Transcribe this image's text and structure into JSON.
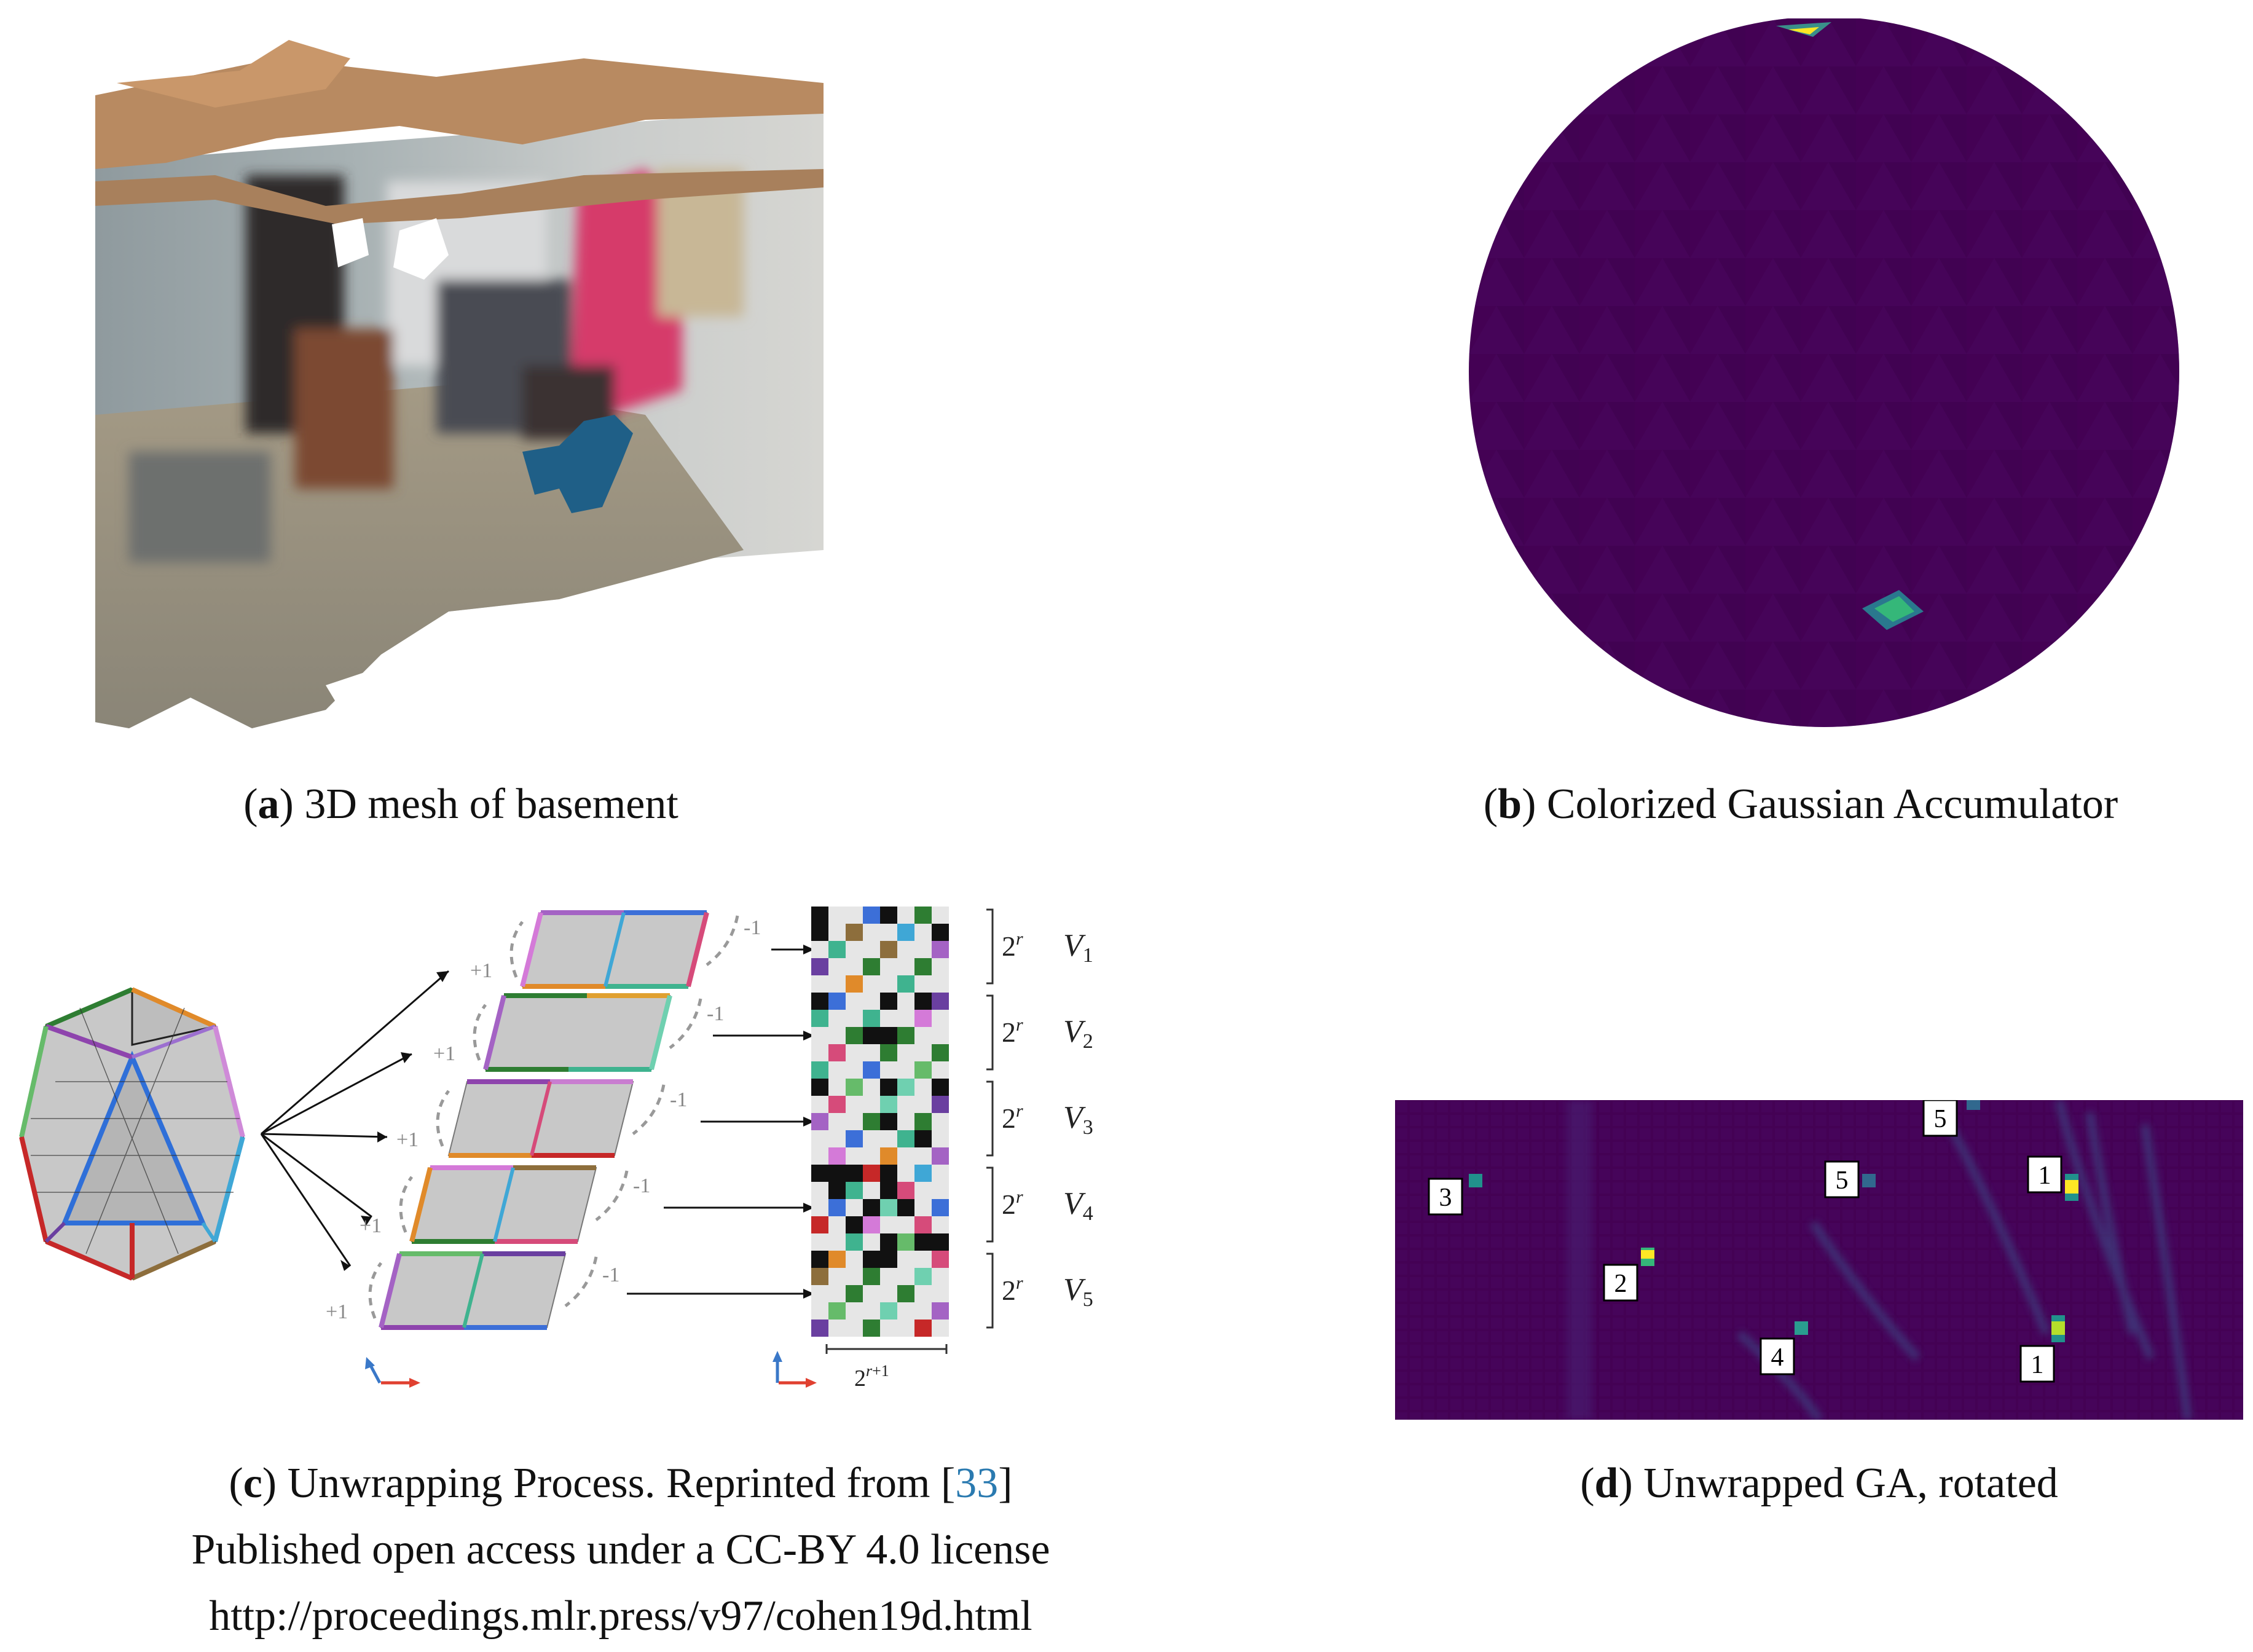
{
  "panels": {
    "a": {
      "letter": "a",
      "caption": "3D mesh of basement"
    },
    "b": {
      "letter": "b",
      "caption": "Colorized Gaussian Accumulator"
    },
    "c": {
      "letter": "c",
      "caption_line1": "Unwrapping Process. Reprinted from [",
      "ref": "33",
      "ref_close": "]",
      "caption_line2": "Published open access under a CC-BY 4.0 license",
      "caption_line3": "http://proceedings.mlr.press/v97/cohen19d.html",
      "arrow_labels": {
        "plus": "+1",
        "minus": "-1"
      },
      "rows": [
        {
          "size": "2^r",
          "label": "V1"
        },
        {
          "size": "2^r",
          "label": "V2"
        },
        {
          "size": "2^r",
          "label": "V3"
        },
        {
          "size": "2^r",
          "label": "V4"
        },
        {
          "size": "2^r",
          "label": "V5"
        }
      ],
      "width_label": "2^(r+1)"
    },
    "d": {
      "letter": "d",
      "caption": "Unwrapped GA, rotated",
      "markers": [
        "1",
        "1",
        "2",
        "3",
        "4",
        "5",
        "5"
      ]
    }
  },
  "colors": {
    "viridis_bg": "#440154",
    "peak_yellow": "#fde725",
    "peak_green": "#35b779",
    "ref_blue": "#2a7ab0"
  }
}
